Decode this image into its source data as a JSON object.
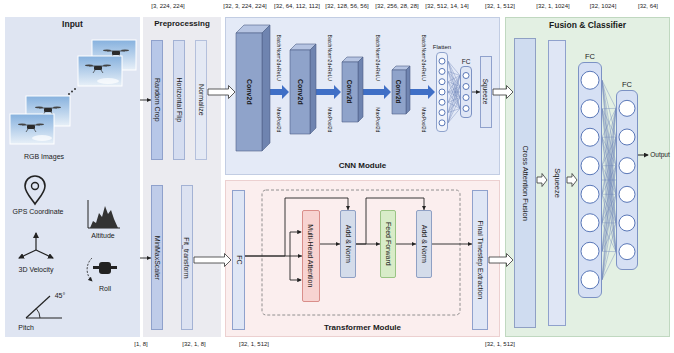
{
  "diagram": {
    "nodes": [
      {
        "text": [
          "Input"
        ]
      },
      {
        "text": [
          "Preprocessing"
        ]
      },
      {
        "text": [
          "Random Crop"
        ],
        "in": 1
      },
      {
        "text": [
          "Horizontal Flip"
        ],
        "in": 1
      },
      {
        "text": [
          "Normalize"
        ],
        "in": 1
      },
      {
        "text": [
          "MinMaxScaler"
        ],
        "in": 1
      },
      {
        "text": [
          "Fit_transform"
        ],
        "in": 1
      },
      {
        "text": [
          "CNN Module"
        ]
      },
      {
        "text": [
          "Conv2d"
        ],
        "in": 7
      },
      {
        "text": [
          "Conv2d"
        ],
        "in": 7
      },
      {
        "text": [
          "Conv2d"
        ],
        "in": 7
      },
      {
        "text": [
          "Conv2d"
        ],
        "in": 7
      },
      {
        "text": [
          "Flatten"
        ],
        "in": 7
      },
      {
        "text": [
          "FC"
        ],
        "in": 7
      },
      {
        "text": [
          "Squeeze"
        ],
        "in": 7
      },
      {
        "text": [
          "Transformer Module"
        ]
      },
      {
        "text": [
          "FC"
        ],
        "in": 15
      },
      {
        "text": [
          "Multi-Head Attention"
        ],
        "in": 15
      },
      {
        "text": [
          "Add & Norm"
        ],
        "in": 15
      },
      {
        "text": [
          "Feed Forward"
        ],
        "in": 15
      },
      {
        "text": [
          "Add & Norm"
        ],
        "in": 15
      },
      {
        "text": [
          "Final Timestep Extraction"
        ],
        "in": 15
      },
      {
        "text": [
          "Fusion & Classifier"
        ]
      },
      {
        "text": [
          "Cross Attention Fusion"
        ],
        "in": 22
      },
      {
        "text": [
          "Squeeze"
        ],
        "in": 22
      },
      {
        "text": [
          "FC"
        ],
        "in": 22
      },
      {
        "text": [
          "FC"
        ],
        "in": 22
      }
    ],
    "edges": [
      {
        "from": 0,
        "to": 2,
        "arrow": "to"
      },
      {
        "from": 0,
        "to": 5,
        "arrow": "to"
      },
      {
        "from": 4,
        "to": 8,
        "arrow": "to"
      },
      {
        "from": 8,
        "to": 9,
        "arrow": "to"
      },
      {
        "from": 9,
        "to": 10,
        "arrow": "to"
      },
      {
        "from": 10,
        "to": 11,
        "arrow": "to"
      },
      {
        "from": 11,
        "to": 12,
        "arrow": "to"
      },
      {
        "from": 12,
        "to": 13,
        "arrow": "none"
      },
      {
        "from": 13,
        "to": 14,
        "arrow": "to"
      },
      {
        "from": 14,
        "to": 23,
        "arrow": "to"
      },
      {
        "from": 6,
        "to": 16,
        "arrow": "to"
      },
      {
        "from": 16,
        "to": 17,
        "arrow": "to"
      },
      {
        "from": 16,
        "to": 18,
        "arrow": "to"
      },
      {
        "from": 17,
        "to": 18,
        "arrow": "to"
      },
      {
        "from": 18,
        "to": 19,
        "arrow": "to"
      },
      {
        "from": 18,
        "to": 20,
        "arrow": "to"
      },
      {
        "from": 19,
        "to": 20,
        "arrow": "to"
      },
      {
        "from": 20,
        "to": 21,
        "arrow": "to"
      },
      {
        "from": 21,
        "to": 23,
        "arrow": "to"
      },
      {
        "from": 23,
        "to": 24,
        "arrow": "to"
      },
      {
        "from": 24,
        "to": 25,
        "arrow": "to"
      },
      {
        "from": 25,
        "to": 26,
        "arrow": "none"
      }
    ],
    "labels": [
      "[3, 224, 224]",
      "[32, 3, 224, 224]",
      "[32, 64, 112, 112]",
      "[32, 128, 56, 56]",
      "[32, 256, 28, 28]",
      "[32, 512, 14, 14]",
      "[32, 1, 512]",
      "[32, 1, 1024]",
      "[32, 1024]",
      "[32, 64]",
      "BatchNorm2d+ReLU",
      "MaxPool2d",
      "BatchNorm2d+ReLU",
      "MaxPool2d",
      "BatchNorm2d+ReLU",
      "MaxPool2d",
      "BatchNorm2d+ReLU",
      "MaxPool2d",
      "RGB Images",
      "GPS Coordinate",
      "Altitude",
      "3D Velocity",
      "Roll",
      "45°",
      "Pitch",
      "Output",
      "[1, 8]",
      "[32, 1, 8]",
      "[32, 1, 512]",
      "[32, 1, 512]"
    ]
  }
}
